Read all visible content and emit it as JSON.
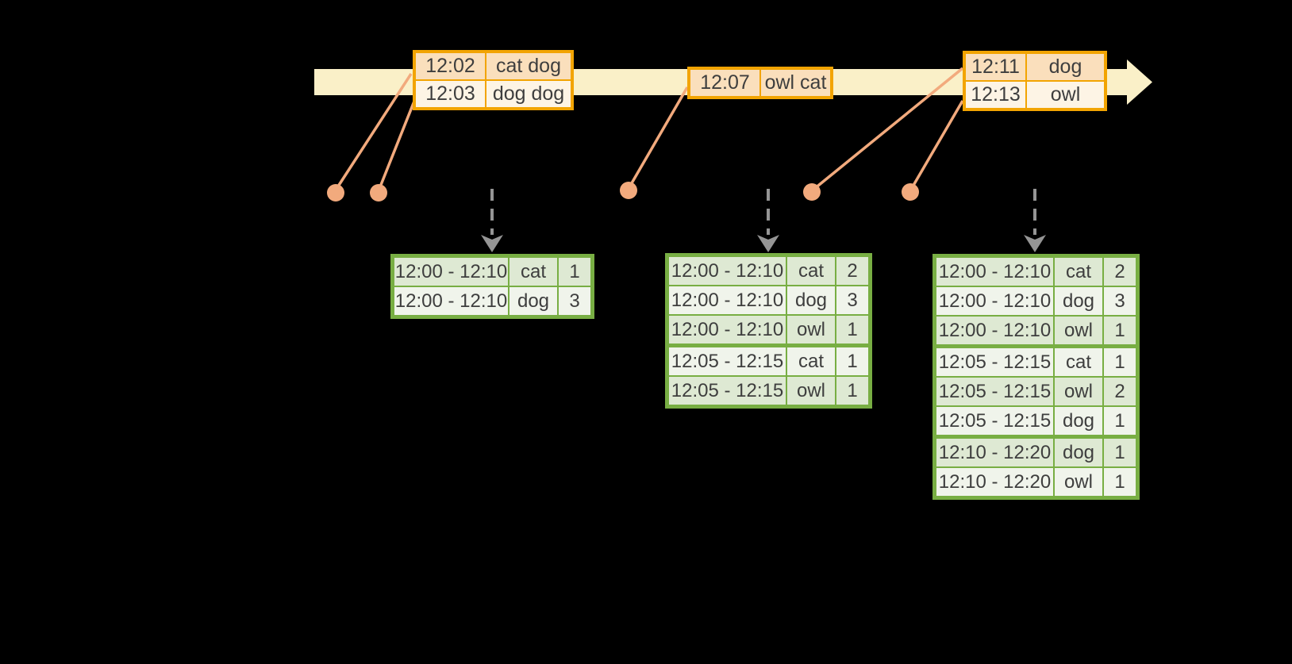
{
  "colors": {
    "background": "#000000",
    "timeline-fill": "#FAF0C8",
    "event-border": "#F2A402",
    "event-row-dark": "#FADFBC",
    "event-row-light": "#FDF4E5",
    "result-border": "#78AE43",
    "result-row-dark": "#DEE9D3",
    "result-row-light": "#F0F4EB",
    "marker": "#F2AA7D",
    "trigger-arrow": "#959595",
    "text": "#3E3E3E"
  },
  "event_tables": [
    {
      "rows": [
        {
          "time": "12:02",
          "words": "cat dog"
        },
        {
          "time": "12:03",
          "words": "dog dog"
        }
      ]
    },
    {
      "rows": [
        {
          "time": "12:07",
          "words": "owl cat"
        }
      ]
    },
    {
      "rows": [
        {
          "time": "12:11",
          "words": "dog"
        },
        {
          "time": "12:13",
          "words": "owl"
        }
      ]
    }
  ],
  "result_tables": [
    {
      "rows": [
        {
          "window": "12:00 - 12:10",
          "word": "cat",
          "count": "1"
        },
        {
          "window": "12:00 - 12:10",
          "word": "dog",
          "count": "3"
        }
      ]
    },
    {
      "rows": [
        {
          "window": "12:00 - 12:10",
          "word": "cat",
          "count": "2"
        },
        {
          "window": "12:00 - 12:10",
          "word": "dog",
          "count": "3"
        },
        {
          "window": "12:00 - 12:10",
          "word": "owl",
          "count": "1"
        },
        {
          "window": "12:05 - 12:15",
          "word": "cat",
          "count": "1"
        },
        {
          "window": "12:05 - 12:15",
          "word": "owl",
          "count": "1"
        }
      ]
    },
    {
      "rows": [
        {
          "window": "12:00 - 12:10",
          "word": "cat",
          "count": "2"
        },
        {
          "window": "12:00 - 12:10",
          "word": "dog",
          "count": "3"
        },
        {
          "window": "12:00 - 12:10",
          "word": "owl",
          "count": "1"
        },
        {
          "window": "12:05 - 12:15",
          "word": "cat",
          "count": "1"
        },
        {
          "window": "12:05 - 12:15",
          "word": "owl",
          "count": "2"
        },
        {
          "window": "12:05 - 12:15",
          "word": "dog",
          "count": "1"
        },
        {
          "window": "12:10 - 12:20",
          "word": "dog",
          "count": "1"
        },
        {
          "window": "12:10 - 12:20",
          "word": "owl",
          "count": "1"
        }
      ]
    }
  ]
}
